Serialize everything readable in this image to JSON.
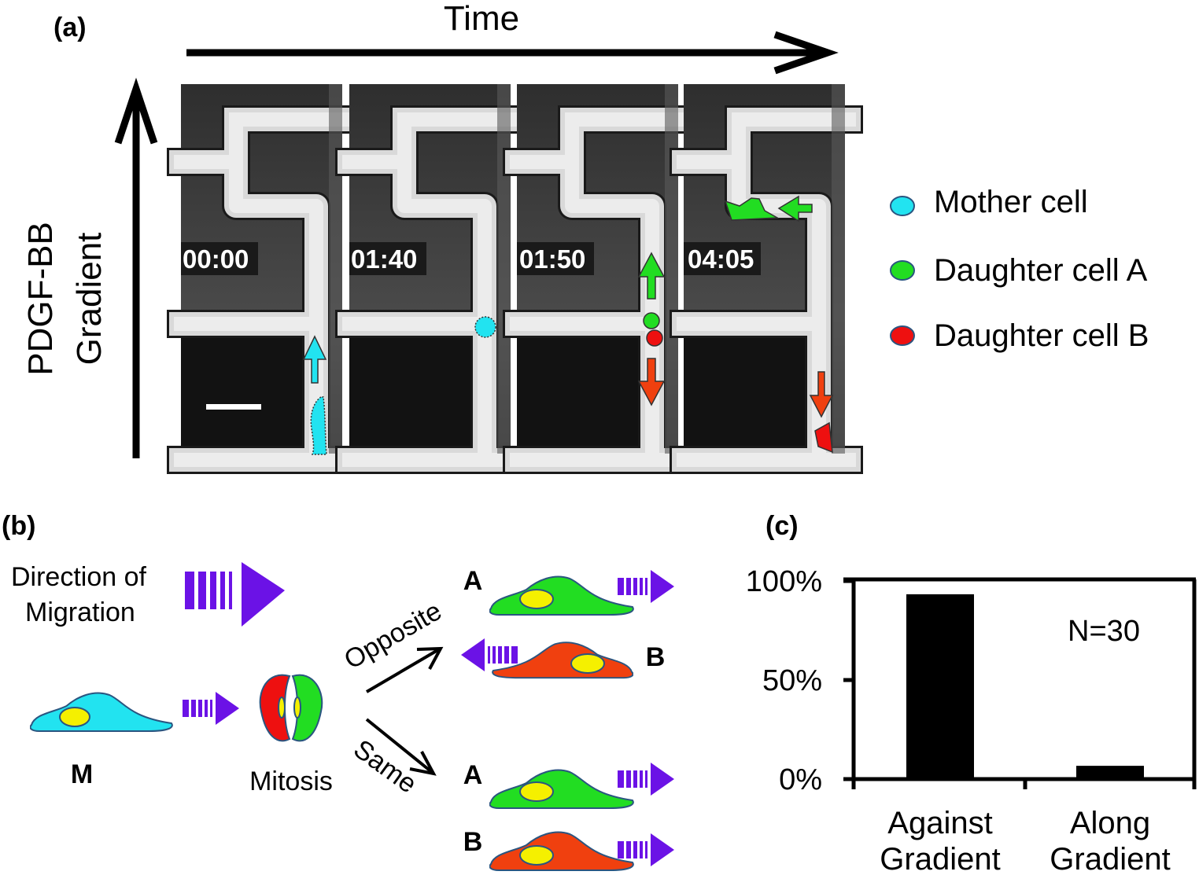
{
  "panel_labels": {
    "a": "(a)",
    "b": "(b)",
    "c": "(c)"
  },
  "panel_a": {
    "time_label": "Time",
    "gradient_label_line1": "PDGF-BB",
    "gradient_label_line2": "Gradient",
    "timestamps": [
      "00:00",
      "01:40",
      "01:50",
      "04:05"
    ],
    "legend": [
      {
        "label": "Mother cell",
        "color": "#22e3f0"
      },
      {
        "label": "Daughter cell A",
        "color": "#22dd22"
      },
      {
        "label": "Daughter cell B",
        "color": "#f02a10"
      }
    ]
  },
  "panel_b": {
    "direction_line1": "Direction of",
    "direction_line2": "Migration",
    "mother_label": "M",
    "mitosis_label": "Mitosis",
    "opposite_label": "Opposite",
    "same_label": "Same",
    "daughter_a": "A",
    "daughter_b": "B",
    "colors": {
      "purple": "#6b12e6",
      "mother": "#22e3f0",
      "daughter_a": "#22dd22",
      "daughter_b": "#f0400f",
      "nucleus": "#f5f000"
    }
  },
  "chart_data": {
    "type": "bar",
    "categories": [
      "Against Gradient",
      "Along Gradient"
    ],
    "category_lines": [
      [
        "Against",
        "Gradient"
      ],
      [
        "Along",
        "Gradient"
      ]
    ],
    "values": [
      93.3,
      6.7
    ],
    "ylim": [
      0,
      100
    ],
    "yticks": [
      "0%",
      "50%",
      "100%"
    ],
    "ytick_values": [
      0,
      50,
      100
    ],
    "annotation": "N=30",
    "grid": false
  }
}
